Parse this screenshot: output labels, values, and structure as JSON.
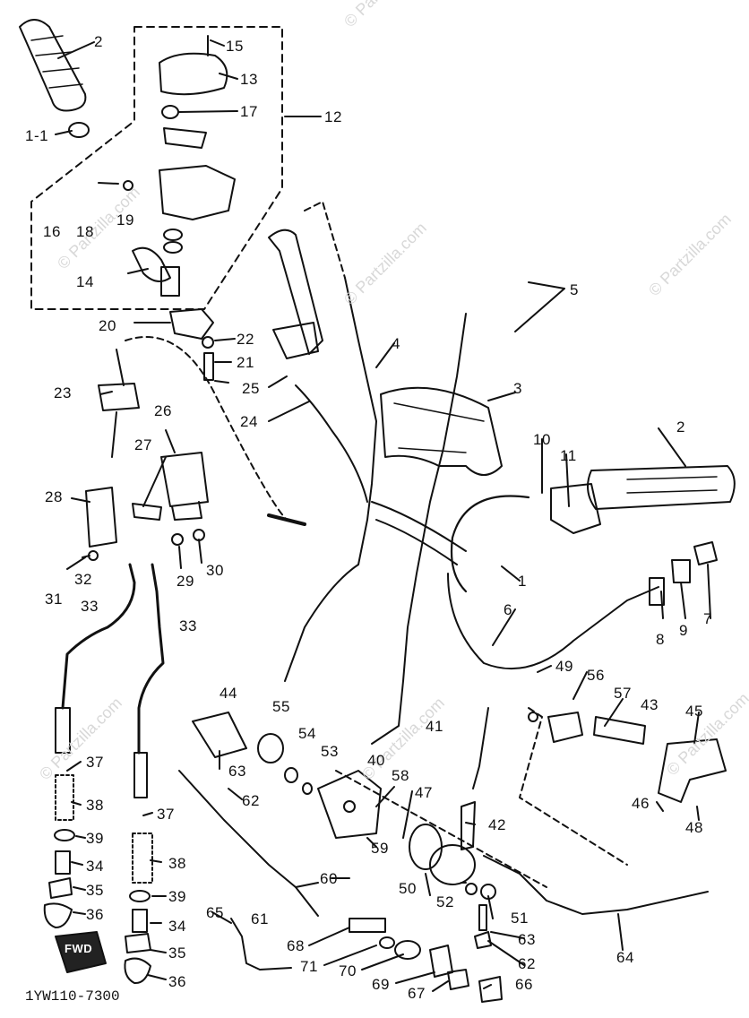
{
  "watermark": "© Partzilla.com",
  "diagram_code": "1YW110-7300",
  "badge": "FWD",
  "labels": [
    "2",
    "15",
    "13",
    "17",
    "12",
    "1-1",
    "16",
    "18",
    "19",
    "14",
    "20",
    "22",
    "21",
    "25",
    "24",
    "23",
    "26",
    "27",
    "28",
    "32",
    "31",
    "33",
    "29",
    "30",
    "4",
    "5",
    "3",
    "2",
    "10",
    "11",
    "1",
    "6",
    "7",
    "9",
    "8",
    "55",
    "44",
    "63",
    "62",
    "54",
    "53",
    "40",
    "58",
    "59",
    "60",
    "47",
    "50",
    "42",
    "41",
    "49",
    "56",
    "57",
    "43",
    "45",
    "46",
    "48",
    "52",
    "51",
    "63",
    "62",
    "64",
    "61",
    "37",
    "38",
    "39",
    "34",
    "35",
    "36",
    "37",
    "38",
    "39",
    "34",
    "35",
    "36",
    "65",
    "68",
    "71",
    "70",
    "69",
    "67",
    "66",
    "33"
  ]
}
